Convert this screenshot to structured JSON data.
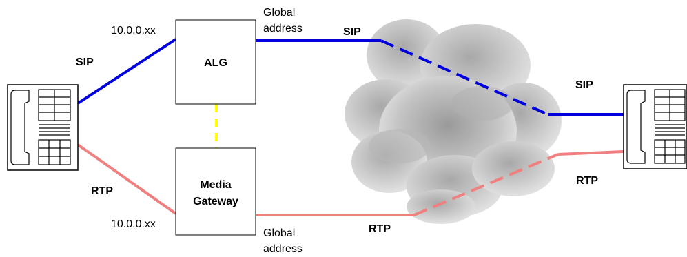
{
  "ip_labels": {
    "alg_private": "10.0.0.xx",
    "mgw_private": "10.0.0.xx"
  },
  "global_labels": {
    "alg": [
      "Global",
      "address"
    ],
    "mgw": [
      "Global",
      "address"
    ]
  },
  "protocol_labels": {
    "sip_left": "SIP",
    "sip_mid": "SIP",
    "sip_right": "SIP",
    "rtp_left": "RTP",
    "rtp_mid": "RTP",
    "rtp_right": "RTP"
  },
  "boxes": {
    "alg": "ALG",
    "media_gateway": [
      "Media",
      "Gateway"
    ]
  },
  "colors": {
    "sip": "#0000dd",
    "rtp": "#f08080",
    "control_link": "#ffff00",
    "cloud": "#c8c8c8"
  },
  "icons": {
    "left_phone": "telephone-icon",
    "right_phone": "telephone-icon",
    "cloud": "cloud-icon"
  }
}
